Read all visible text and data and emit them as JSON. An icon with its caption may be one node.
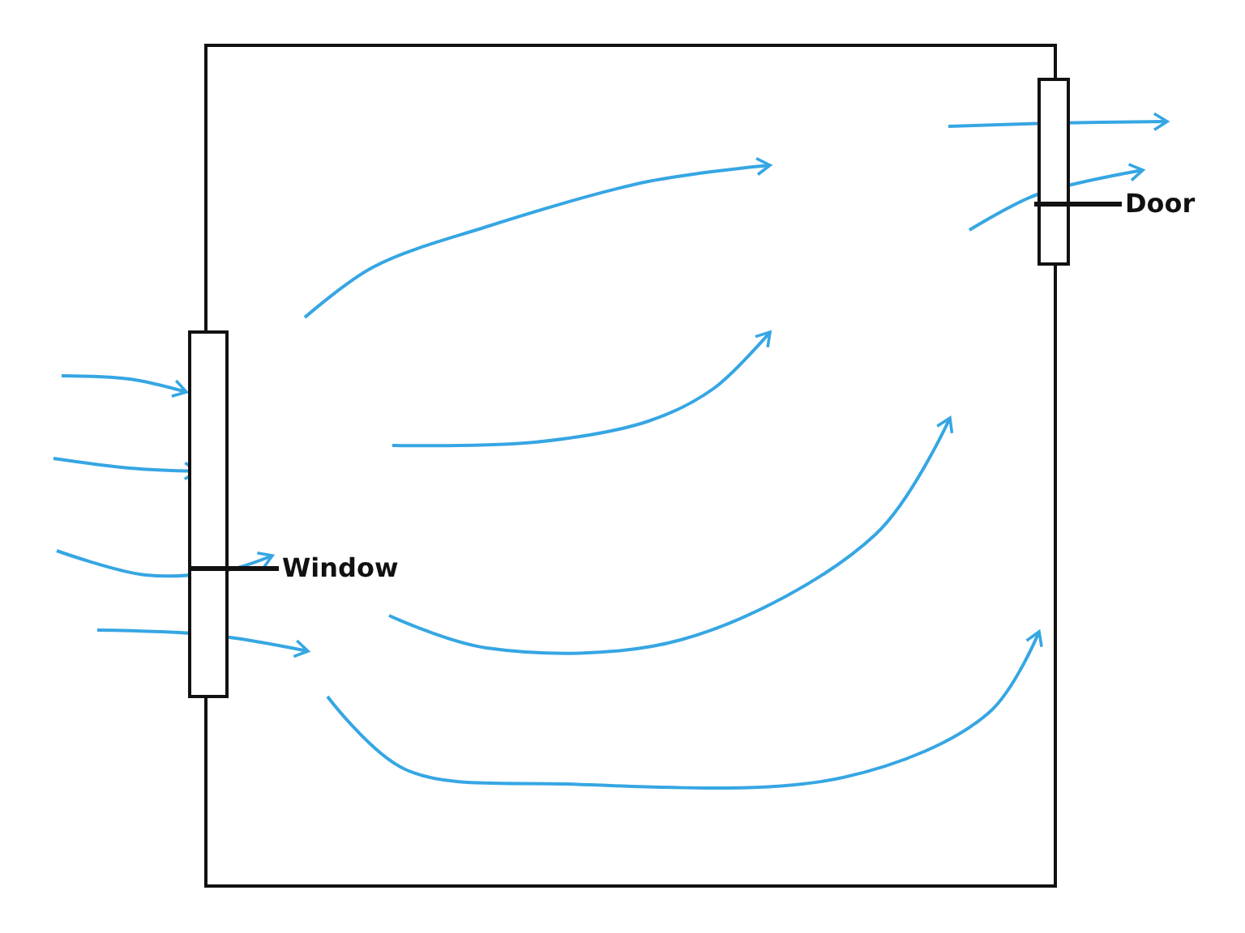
{
  "diagram": {
    "nodes": [
      {
        "text": [],
        "shape": "bar"
      },
      {
        "text": [],
        "shape": "bar"
      },
      {
        "text": [
          "Window"
        ]
      },
      {
        "text": [
          "Door"
        ]
      }
    ],
    "edges": [
      {
        "from": 2,
        "to": 0,
        "arrow": "none"
      },
      {
        "from": 3,
        "to": 1,
        "arrow": "none"
      }
    ]
  }
}
